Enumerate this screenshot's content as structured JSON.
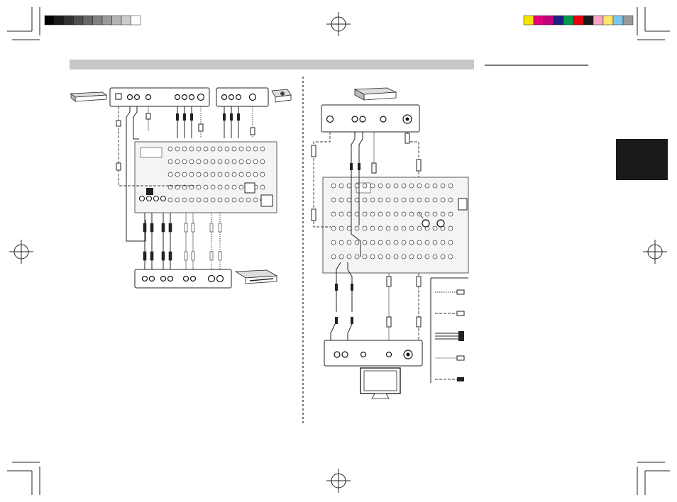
{
  "page": {
    "section_header": "",
    "side_tab_label": "",
    "legend": {
      "items": [
        "optical-cable",
        "s-video-cable",
        "component-video-cable",
        "composite-video-cable",
        "hdmi-cable"
      ]
    }
  },
  "registration": {
    "color_bar": [
      "#f2e600",
      "#e4007f",
      "#c4007a",
      "#1d2088",
      "#009b4c",
      "#e60012",
      "#1a1a1a",
      "#f7a6c3",
      "#ffe56b",
      "#7fc7ec",
      "#9a9a9a"
    ],
    "gray_bar": [
      "#000000",
      "#1a1a1a",
      "#333333",
      "#4d4d4d",
      "#666666",
      "#808080",
      "#999999",
      "#b3b3b3",
      "#cccccc",
      "#ffffff"
    ]
  }
}
